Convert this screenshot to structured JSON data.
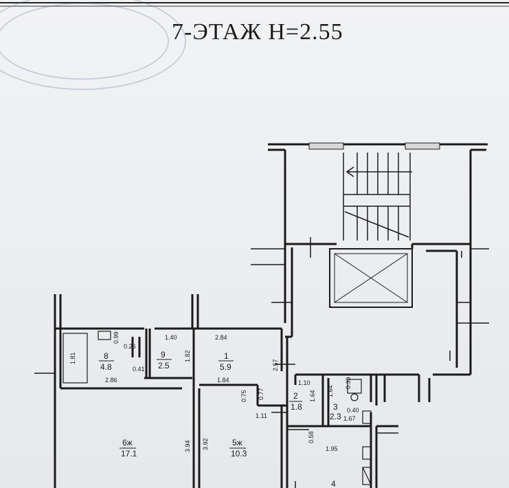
{
  "header": {
    "title": "7-ЭТАЖ  H=2.55"
  },
  "rooms": {
    "r1": {
      "number": "1",
      "area": "5.9"
    },
    "r2": {
      "number": "2",
      "area": "1.8"
    },
    "r3": {
      "number": "3",
      "area": "2.3"
    },
    "r4": {
      "number": "4"
    },
    "r5": {
      "number": "5ж",
      "area": "10.3"
    },
    "r6": {
      "number": "6ж",
      "area": "17.1"
    },
    "r8": {
      "number": "8",
      "area": "4.8"
    },
    "r9": {
      "number": "9",
      "area": "2.5"
    }
  },
  "dimensions": {
    "d181": "1.81",
    "d099": "0.99",
    "d026": "0.26",
    "d041": "0.41",
    "d140": "1.40",
    "d182": "1.82",
    "d284": "2.84",
    "d286": "2.86",
    "d184": "1.84",
    "d257": "2.57",
    "d075": "0.75",
    "d077": "0.77",
    "d111": "1.11",
    "d110": "1.10",
    "d164a": "1.64",
    "d164b": "1.64",
    "d039": "0.39",
    "d040": "0.40",
    "d167": "1.67",
    "d058": "0.58",
    "d195": "1.95",
    "d394": "3.94",
    "d392": "3.92"
  }
}
